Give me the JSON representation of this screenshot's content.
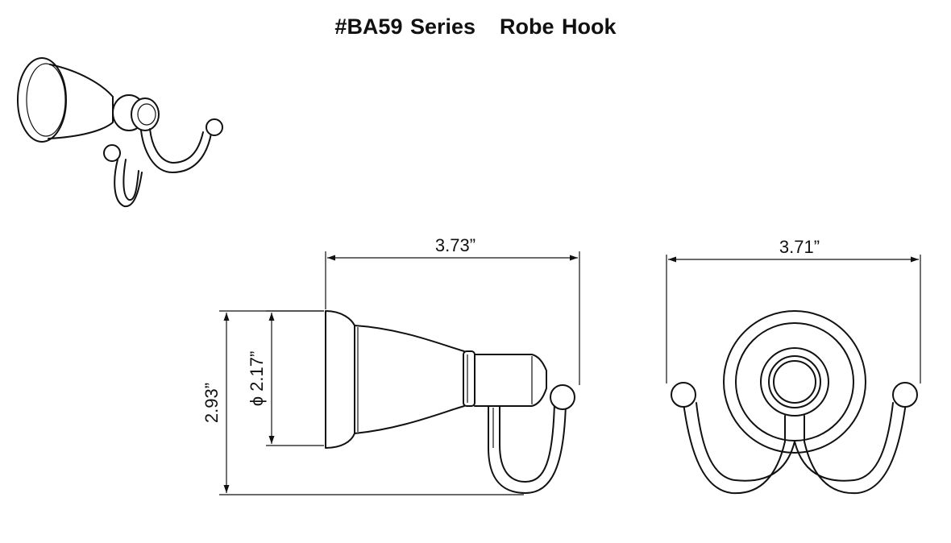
{
  "title": {
    "series": "#BA59 Series",
    "product": "Robe Hook"
  },
  "dimensions": {
    "side_width": "3.73”",
    "front_width": "3.71”",
    "height": "2.93”",
    "base_diameter": "ϕ 2.17”"
  }
}
